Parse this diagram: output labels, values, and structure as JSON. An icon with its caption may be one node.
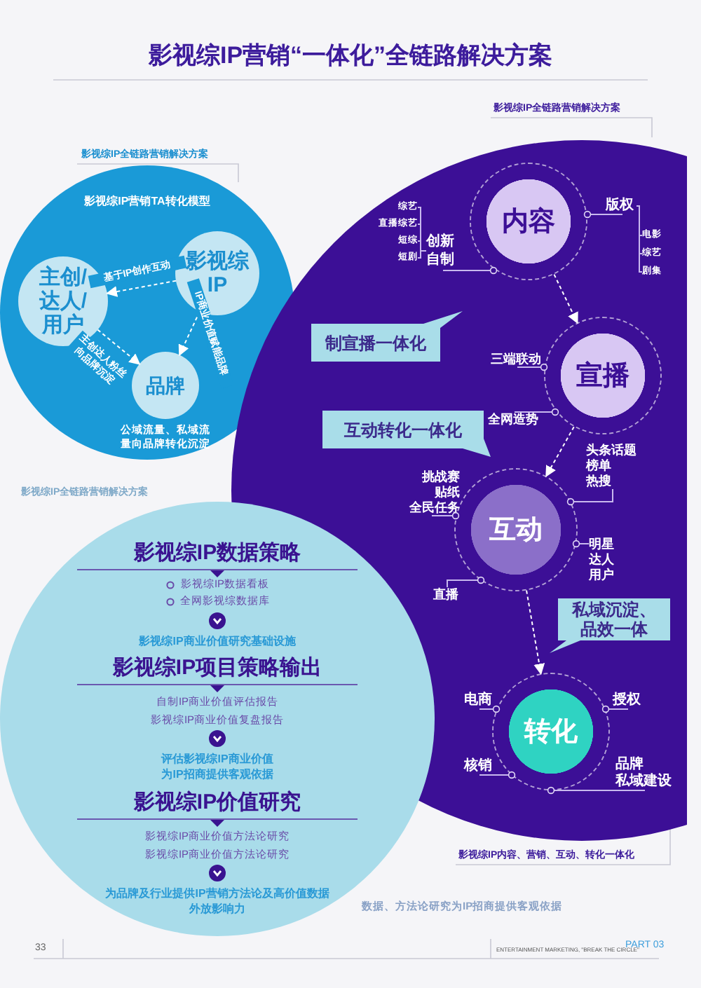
{
  "diagram": {
    "title": "影视综IP营销“一体化”全链路解决方案",
    "nodes": [
      {
        "text": [
          "影视综IP营销TA转化模型",
          "公域流量、私域流量向品牌转化沉淀"
        ]
      },
      {
        "text": [
          "影视综IP"
        ],
        "in": 0
      },
      {
        "text": [
          "主创/达人/用户"
        ],
        "in": 0
      },
      {
        "text": [
          "品牌"
        ],
        "in": 0
      },
      {
        "text": [
          "内容"
        ]
      },
      {
        "text": [
          "宣播"
        ]
      },
      {
        "text": [
          "互动"
        ]
      },
      {
        "text": [
          "转化"
        ]
      },
      {
        "text": [
          "制宣播一体化"
        ]
      },
      {
        "text": [
          "互动转化一体化"
        ]
      },
      {
        "text": [
          "私域沉淀、品效一体"
        ]
      },
      {
        "text": [
          "影视综IP数据策略",
          "影视综IP数据看板",
          "全网影视综数据库",
          "影视综IP商业价值研究基础设施",
          "影视综IP项目策略输出",
          "自制IP商业价值评估报告",
          "影视综IP商业价值复盘报告",
          "评估影视综IP商业价值为IP招商提供客观依据",
          "影视综IP价值研究",
          "影视综IP商业价值方法论研究",
          "影视综IP商业价值方法论研究",
          "为品牌及行业提供IP营销方法论及高价值数据外放影响力"
        ]
      },
      {
        "text": [
          "创新自制"
        ]
      },
      {
        "text": [
          "综艺"
        ]
      },
      {
        "text": [
          "直播综艺"
        ]
      },
      {
        "text": [
          "短综"
        ]
      },
      {
        "text": [
          "短剧"
        ]
      },
      {
        "text": [
          "版权"
        ]
      },
      {
        "text": [
          "电影"
        ]
      },
      {
        "text": [
          "综艺"
        ]
      },
      {
        "text": [
          "剧集"
        ]
      },
      {
        "text": [
          "三端联动"
        ]
      },
      {
        "text": [
          "全网造势"
        ]
      },
      {
        "text": [
          "挑战赛",
          "贴纸",
          "全民任务"
        ]
      },
      {
        "text": [
          "头条话题",
          "榜单",
          "热搜"
        ]
      },
      {
        "text": [
          "明星",
          "达人",
          "用户"
        ]
      },
      {
        "text": [
          "直播"
        ]
      },
      {
        "text": [
          "电商"
        ]
      },
      {
        "text": [
          "授权"
        ]
      },
      {
        "text": [
          "核销"
        ]
      },
      {
        "text": [
          "品牌",
          "私域建设"
        ]
      }
    ],
    "edges": [
      {
        "from": 1,
        "to": 2,
        "arrow": "to",
        "label": "基于IP创作互动",
        "style": "dashed"
      },
      {
        "from": 1,
        "to": 3,
        "arrow": "to",
        "label": "IP商业价值赋能品牌",
        "style": "dashed"
      },
      {
        "from": 2,
        "to": 3,
        "arrow": "to",
        "label": "主创达人粉丝向品牌沉淀",
        "style": "dashed"
      },
      {
        "from": 4,
        "to": 5,
        "arrow": "to",
        "style": "dashed"
      },
      {
        "from": 5,
        "to": 6,
        "arrow": "to",
        "style": "dashed"
      },
      {
        "from": 6,
        "to": 7,
        "arrow": "to",
        "style": "dashed"
      },
      {
        "from": 4,
        "to": 12,
        "arrow": "none"
      },
      {
        "from": 12,
        "to": 13,
        "arrow": "none"
      },
      {
        "from": 12,
        "to": 14,
        "arrow": "none"
      },
      {
        "from": 12,
        "to": 15,
        "arrow": "none"
      },
      {
        "from": 12,
        "to": 16,
        "arrow": "none"
      },
      {
        "from": 4,
        "to": 17,
        "arrow": "none"
      },
      {
        "from": 17,
        "to": 18,
        "arrow": "none"
      },
      {
        "from": 17,
        "to": 19,
        "arrow": "none"
      },
      {
        "from": 17,
        "to": 20,
        "arrow": "none"
      },
      {
        "from": 5,
        "to": 21,
        "arrow": "none"
      },
      {
        "from": 5,
        "to": 22,
        "arrow": "none"
      },
      {
        "from": 6,
        "to": 23,
        "arrow": "none"
      },
      {
        "from": 6,
        "to": 24,
        "arrow": "none"
      },
      {
        "from": 6,
        "to": 25,
        "arrow": "none"
      },
      {
        "from": 6,
        "to": 26,
        "arrow": "none"
      },
      {
        "from": 7,
        "to": 27,
        "arrow": "none"
      },
      {
        "from": 7,
        "to": 28,
        "arrow": "none"
      },
      {
        "from": 7,
        "to": 29,
        "arrow": "none"
      },
      {
        "from": 7,
        "to": 30,
        "arrow": "none"
      }
    ],
    "labels": [
      "影视综IP全链路营销解决方案",
      "影视综IP全链路营销解决方案",
      "影视综IP全链路营销解决方案",
      "影视综IP内容、营销、互动、转化一体化",
      "数据、方法论研究为IP招商提供客观依据",
      "33",
      "ENTERTAINMENT MARKETING, \"BREAK THE CIRCLE\"",
      "PART 03"
    ]
  }
}
